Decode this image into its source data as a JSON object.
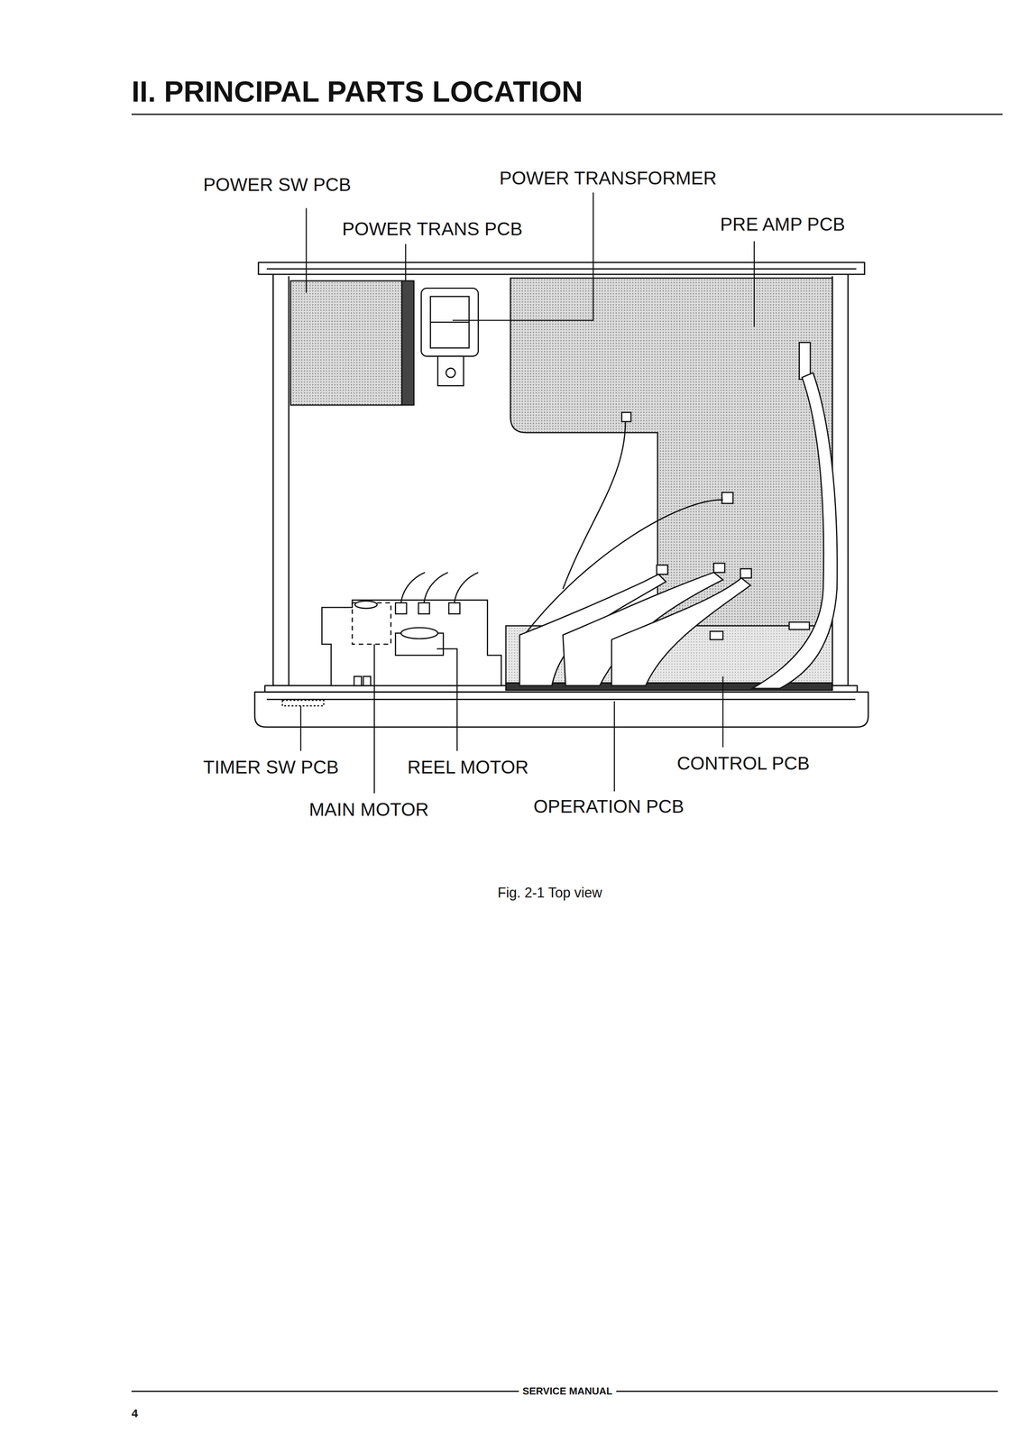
{
  "diagram": {
    "title": "II. PRINCIPAL PARTS LOCATION",
    "caption": "Fig. 2-1 Top view",
    "labels": [
      "POWER SW PCB",
      "POWER TRANSFORMER",
      "POWER TRANS PCB",
      "PRE AMP PCB",
      "TIMER SW PCB",
      "REEL MOTOR",
      "CONTROL PCB",
      "MAIN MOTOR",
      "OPERATION PCB",
      "SERVICE MANUAL",
      "4"
    ]
  }
}
